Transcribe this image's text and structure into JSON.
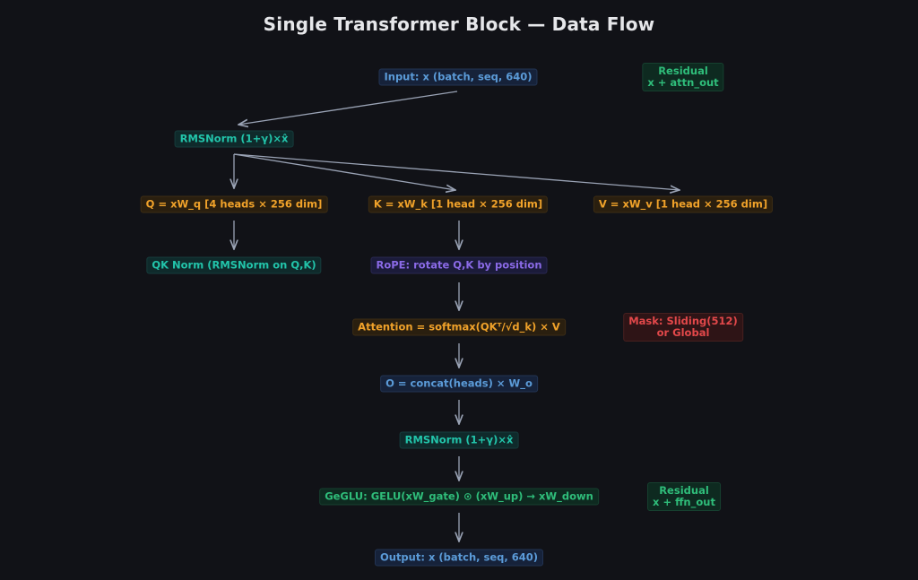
{
  "diagram": {
    "title": "Single Transformer Block — Data Flow",
    "nodes": {
      "input": {
        "text": "Input: x  (batch, seq, 640)"
      },
      "residual_attn": {
        "line1": "Residual",
        "line2": "x + attn_out"
      },
      "rmsnorm1": {
        "text": "RMSNorm  (1+γ)×x̂"
      },
      "q": {
        "text": "Q = xW_q  [4 heads × 256 dim]"
      },
      "k": {
        "text": "K = xW_k  [1 head × 256 dim]"
      },
      "v": {
        "text": "V = xW_v  [1 head × 256 dim]"
      },
      "qknorm": {
        "text": "QK Norm (RMSNorm on Q,K)"
      },
      "rope": {
        "text": "RoPE: rotate Q,K by position"
      },
      "attention": {
        "text": "Attention = softmax(QKᵀ/√d_k) × V"
      },
      "mask": {
        "line1": "Mask: Sliding(512)",
        "line2": "or Global"
      },
      "o": {
        "text": "O = concat(heads) × W_o"
      },
      "rmsnorm2": {
        "text": "RMSNorm  (1+γ)×x̂"
      },
      "geglu": {
        "text": "GeGLU: GELU(xW_gate) ⊙ (xW_up) → xW_down"
      },
      "residual_ffn": {
        "line1": "Residual",
        "line2": "x + ffn_out"
      },
      "output": {
        "text": "Output: x  (batch, seq, 640)"
      }
    },
    "colors": {
      "blue": "#5b9bd8",
      "teal": "#22c4aa",
      "orange": "#f0a22a",
      "purple": "#8a6ae6",
      "green": "#2fbd7a",
      "red": "#e2484a",
      "arrow": "#9aa3b5",
      "background": "#111217"
    }
  }
}
